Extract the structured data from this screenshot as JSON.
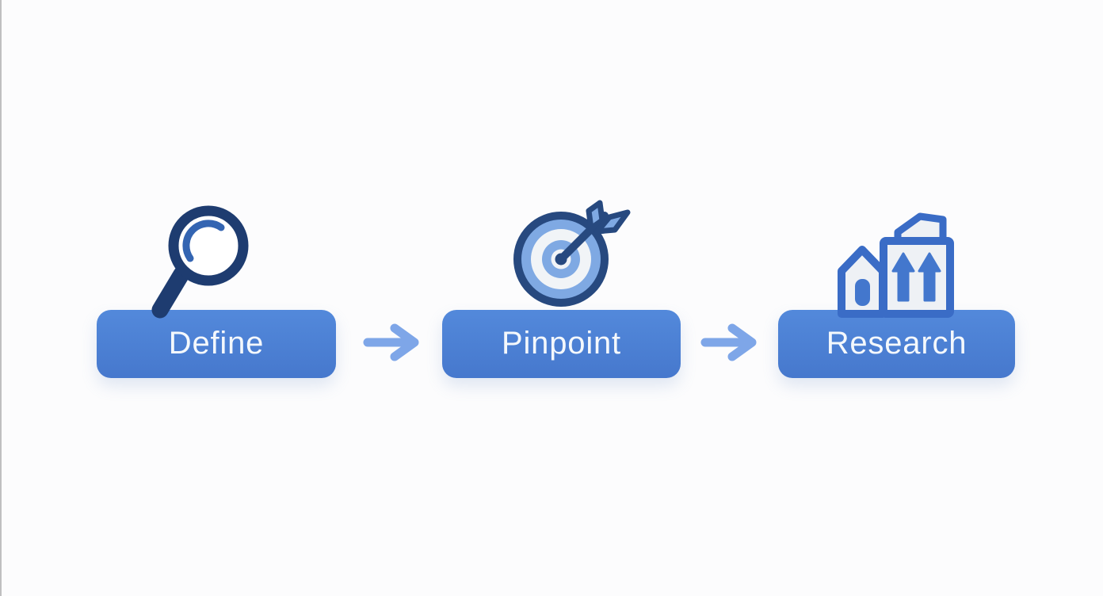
{
  "diagram": {
    "name": "process-flow",
    "steps": [
      {
        "label": "Define",
        "icon": "magnifier-icon"
      },
      {
        "label": "Pinpoint",
        "icon": "target-arrow-icon"
      },
      {
        "label": "Research",
        "icon": "buildings-growth-icon"
      }
    ],
    "connectors": [
      {
        "icon": "right-arrow-icon"
      },
      {
        "icon": "right-arrow-icon"
      }
    ],
    "colors": {
      "background": "#fcfcfd",
      "button_blue_top": "#5389db",
      "button_blue_bottom": "#4678cd",
      "button_text": "#f4f8fc",
      "connector_arrow_blue": "#7ea6e8",
      "magnifier_navy": "#1e3c70",
      "magnifier_highlight_blue": "#3465b2",
      "target_navy": "#27497f",
      "target_light_blue": "#7fa9e3",
      "target_white_band": "#f1f4f7",
      "building_outline_blue": "#3a6cc6",
      "building_fill": "#eef1f5",
      "building_accent_blue": "#4377cd",
      "left_edge_gray": "#ababab"
    }
  }
}
